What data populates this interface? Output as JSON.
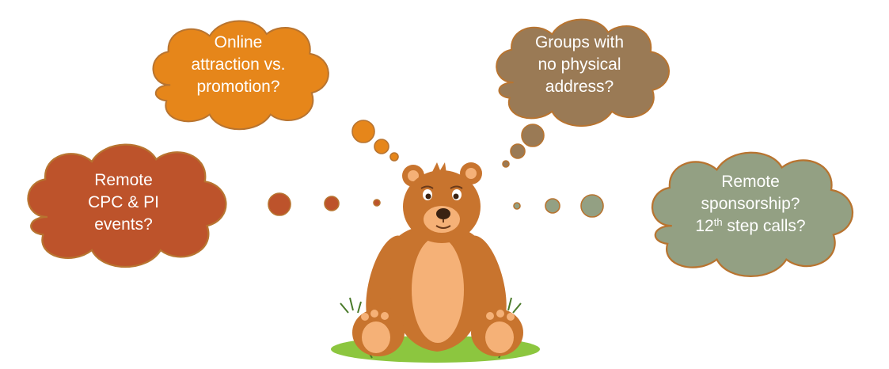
{
  "thoughts": [
    {
      "id": "online",
      "color": "#E6861A",
      "lines": [
        "Online",
        "attraction vs.",
        "promotion?"
      ]
    },
    {
      "id": "groups",
      "color": "#9A7A55",
      "lines": [
        "Groups with",
        "no physical",
        "address?"
      ]
    },
    {
      "id": "cpc",
      "color": "#BD532B",
      "lines": [
        "Remote",
        "CPC & PI",
        "events?"
      ]
    },
    {
      "id": "sponsorship",
      "color": "#93A083",
      "line1": "Remote",
      "line2": "sponsorship?",
      "line3_pre": "12",
      "line3_sup": "th",
      "line3_post": " step calls?"
    }
  ],
  "colors": {
    "cloud_border": "#B87430",
    "bear_fur": "#C8742E",
    "bear_belly": "#F5B177",
    "grass": "#8CC63F"
  }
}
